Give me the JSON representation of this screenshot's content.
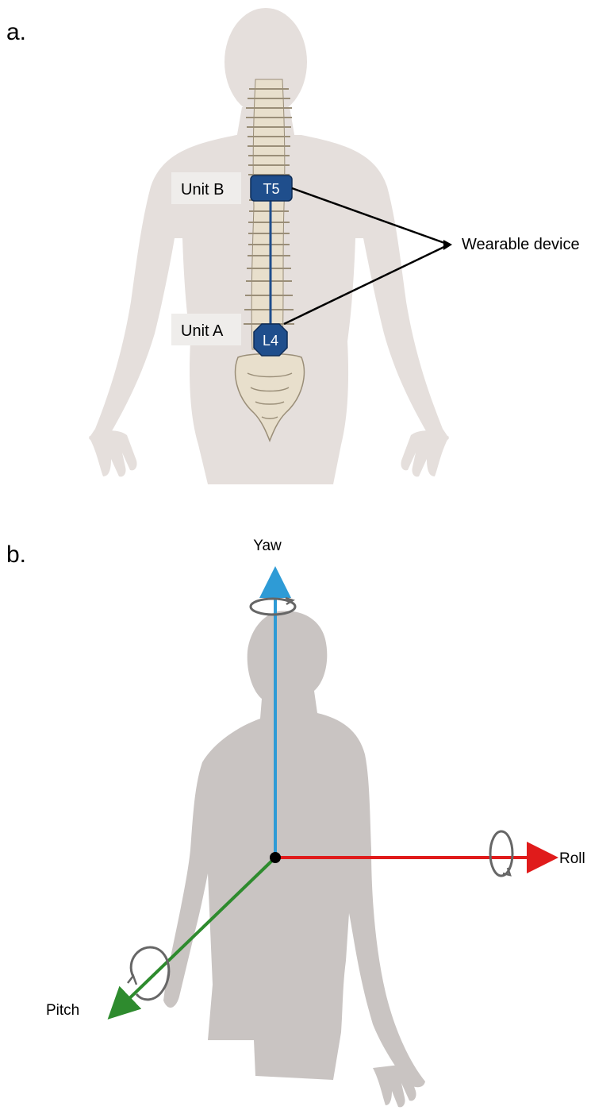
{
  "panel_a": {
    "letter": "a.",
    "unit_b_label": "Unit B",
    "unit_a_label": "Unit A",
    "unit_b_level": "T5",
    "unit_a_level": "L4",
    "device_label": "Wearable device"
  },
  "panel_b": {
    "letter": "b.",
    "yaw_label": "Yaw",
    "roll_label": "Roll",
    "pitch_label": "Pitch"
  },
  "colors": {
    "silhouette": "#e5dfdc",
    "silhouette_b": "#c9c4c2",
    "bone": "#e8dfcc",
    "bone_shade": "#9a8e78",
    "badge": "#1f4e8c",
    "yaw": "#2e9bd6",
    "roll": "#e01b1b",
    "pitch": "#2e8b2e",
    "rotation_glyph": "#666666"
  }
}
